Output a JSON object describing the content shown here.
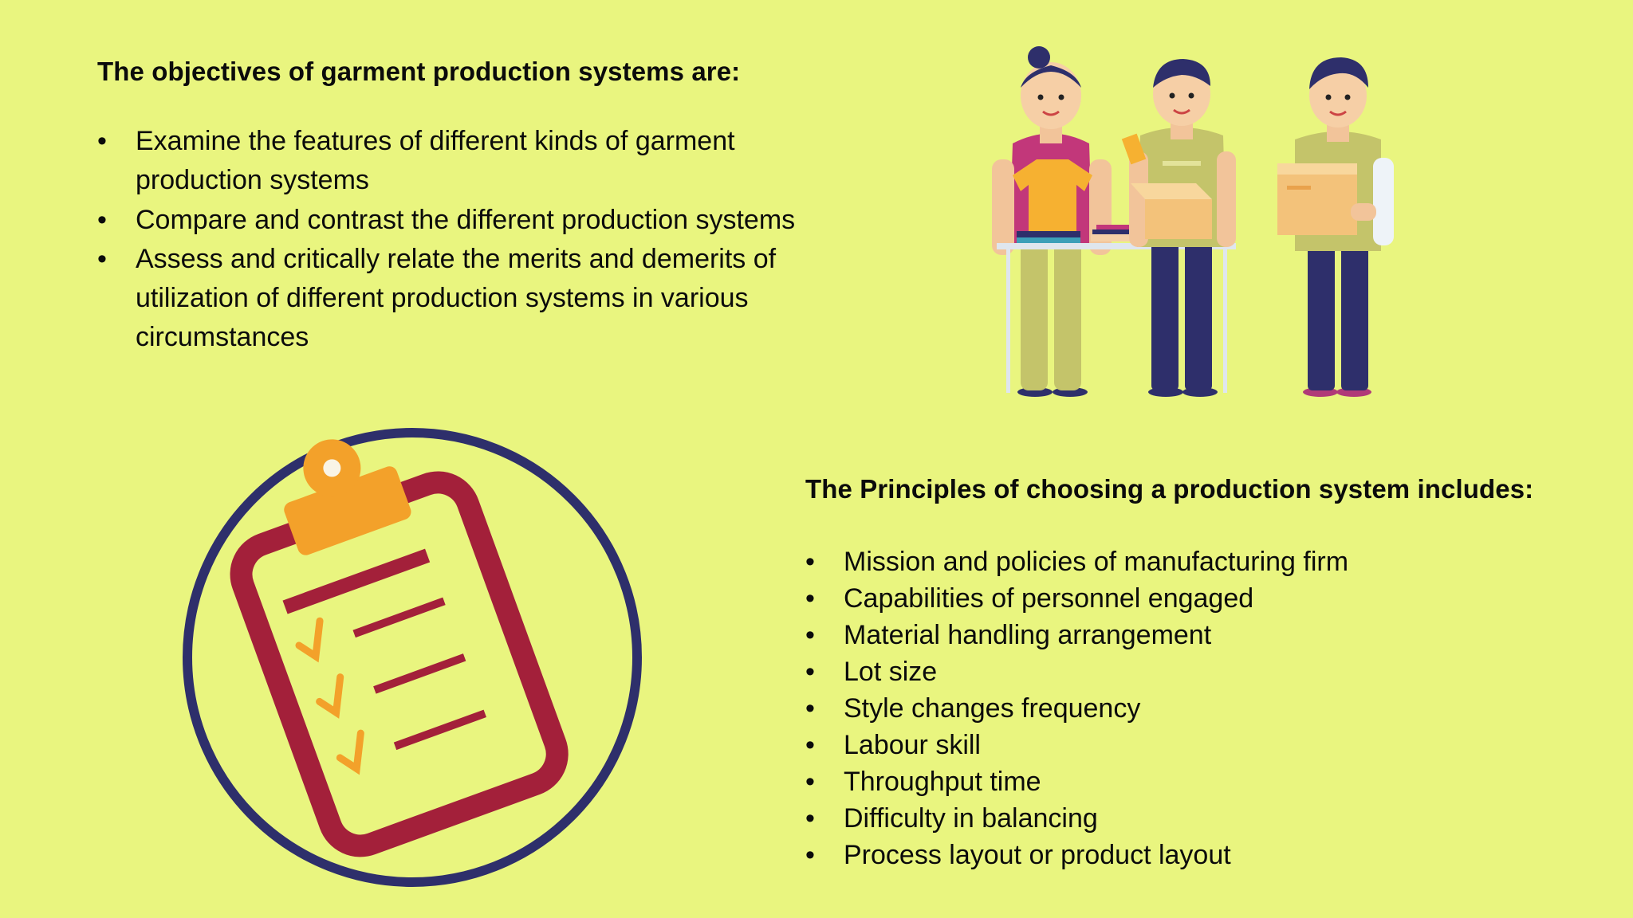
{
  "objectives": {
    "heading": "The objectives of garment production systems are:",
    "items": [
      "Examine the features of different kinds of garment production systems",
      "Compare and contrast the different production systems",
      "Assess and critically relate the merits and demerits of utilization of different production systems in various circumstances"
    ]
  },
  "principles": {
    "heading": "The Principles of choosing a production system includes:",
    "items": [
      "Mission and policies of manufacturing firm",
      "Capabilities of personnel engaged",
      "Material handling arrangement",
      "Lot size",
      "Style changes frequency",
      "Labour skill",
      "Throughput time",
      "Difficulty in balancing",
      "Process layout or product layout"
    ]
  },
  "illustrations": {
    "people_icon": "garment-workers-illustration",
    "clipboard_icon": "checklist-clipboard-icon"
  },
  "colors": {
    "background": "#e9f57f",
    "text": "#0b0b0b",
    "circle": "#2e2f6b",
    "clipboard": "#a3203a",
    "clip": "#f3a12a"
  }
}
